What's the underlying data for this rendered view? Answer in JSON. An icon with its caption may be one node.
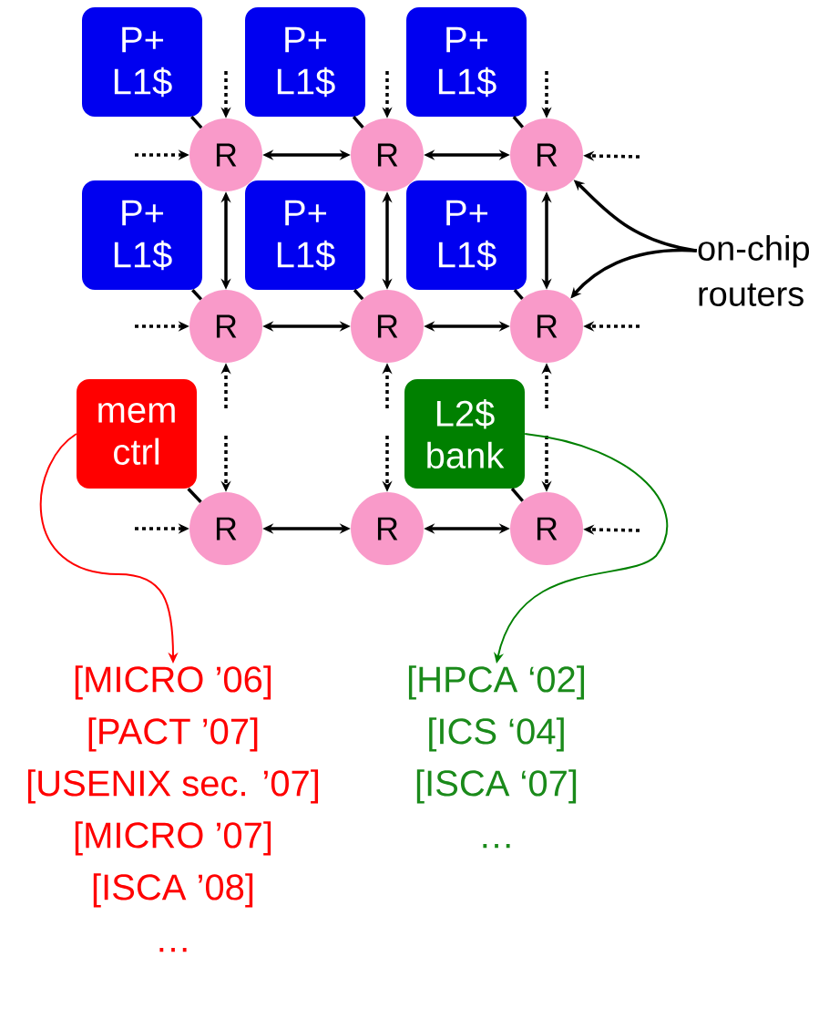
{
  "diagram": {
    "nodes": [
      {
        "text": [
          "P+ L1$"
        ]
      },
      {
        "text": [
          "P+ L1$"
        ]
      },
      {
        "text": [
          "P+ L1$"
        ]
      },
      {
        "text": [
          "R"
        ]
      },
      {
        "text": [
          "R"
        ]
      },
      {
        "text": [
          "R"
        ]
      },
      {
        "text": [
          "P+ L1$"
        ]
      },
      {
        "text": [
          "P+ L1$"
        ]
      },
      {
        "text": [
          "P+ L1$"
        ]
      },
      {
        "text": [
          "R"
        ]
      },
      {
        "text": [
          "R"
        ]
      },
      {
        "text": [
          "R"
        ]
      },
      {
        "text": [
          "mem ctrl"
        ]
      },
      {
        "text": [
          "L2$ bank"
        ]
      },
      {
        "text": [
          "R"
        ]
      },
      {
        "text": [
          "R"
        ]
      },
      {
        "text": [
          "R"
        ]
      },
      {
        "text": [
          "on-chip routers"
        ]
      },
      {
        "text": [
          "[MICRO ’06]",
          "[PACT ’07]",
          "[USENIX sec. ’07]",
          "[MICRO ’07]",
          "[ISCA ’08]",
          "…"
        ]
      },
      {
        "text": [
          "[HPCA ‘02]",
          "[ICS ‘04]",
          "[ISCA ‘07]",
          "…"
        ]
      }
    ],
    "edges": [
      {
        "from": 0,
        "to": 3,
        "arrow": "none"
      },
      {
        "from": 1,
        "to": 4,
        "arrow": "none"
      },
      {
        "from": 2,
        "to": 5,
        "arrow": "none"
      },
      {
        "from": 6,
        "to": 9,
        "arrow": "none"
      },
      {
        "from": 7,
        "to": 10,
        "arrow": "none"
      },
      {
        "from": 8,
        "to": 11,
        "arrow": "none"
      },
      {
        "from": 12,
        "to": 14,
        "arrow": "none"
      },
      {
        "from": 13,
        "to": 16,
        "arrow": "none"
      },
      {
        "from": 3,
        "to": 4,
        "arrow": "both"
      },
      {
        "from": 4,
        "to": 5,
        "arrow": "both"
      },
      {
        "from": 9,
        "to": 10,
        "arrow": "both"
      },
      {
        "from": 10,
        "to": 11,
        "arrow": "both"
      },
      {
        "from": 14,
        "to": 15,
        "arrow": "both"
      },
      {
        "from": 15,
        "to": 16,
        "arrow": "both"
      },
      {
        "from": 3,
        "to": 9,
        "arrow": "both"
      },
      {
        "from": 4,
        "to": 10,
        "arrow": "both"
      },
      {
        "from": 5,
        "to": 11,
        "arrow": "both"
      },
      {
        "from": null,
        "to": 3,
        "arrow": "to",
        "style": "dashed"
      },
      {
        "from": null,
        "to": 4,
        "arrow": "to",
        "style": "dashed"
      },
      {
        "from": null,
        "to": 5,
        "arrow": "to",
        "style": "dashed"
      },
      {
        "from": null,
        "to": 3,
        "arrow": "to",
        "style": "dashed"
      },
      {
        "from": null,
        "to": 5,
        "arrow": "to",
        "style": "dashed"
      },
      {
        "from": null,
        "to": 9,
        "arrow": "to",
        "style": "dashed"
      },
      {
        "from": null,
        "to": 11,
        "arrow": "to",
        "style": "dashed"
      },
      {
        "from": null,
        "to": 9,
        "arrow": "to",
        "style": "dashed"
      },
      {
        "from": null,
        "to": 10,
        "arrow": "to",
        "style": "dashed"
      },
      {
        "from": null,
        "to": 11,
        "arrow": "to",
        "style": "dashed"
      },
      {
        "from": null,
        "to": 14,
        "arrow": "to",
        "style": "dashed"
      },
      {
        "from": null,
        "to": 15,
        "arrow": "to",
        "style": "dashed"
      },
      {
        "from": null,
        "to": 16,
        "arrow": "to",
        "style": "dashed"
      },
      {
        "from": null,
        "to": 14,
        "arrow": "to",
        "style": "dashed"
      },
      {
        "from": null,
        "to": 16,
        "arrow": "to",
        "style": "dashed"
      },
      {
        "from": 17,
        "to": 5,
        "arrow": "to"
      },
      {
        "from": 17,
        "to": 11,
        "arrow": "to"
      },
      {
        "from": 12,
        "to": 18,
        "arrow": "to",
        "color": "#ff0000"
      },
      {
        "from": 13,
        "to": 19,
        "arrow": "to",
        "color": "#008000"
      }
    ]
  }
}
